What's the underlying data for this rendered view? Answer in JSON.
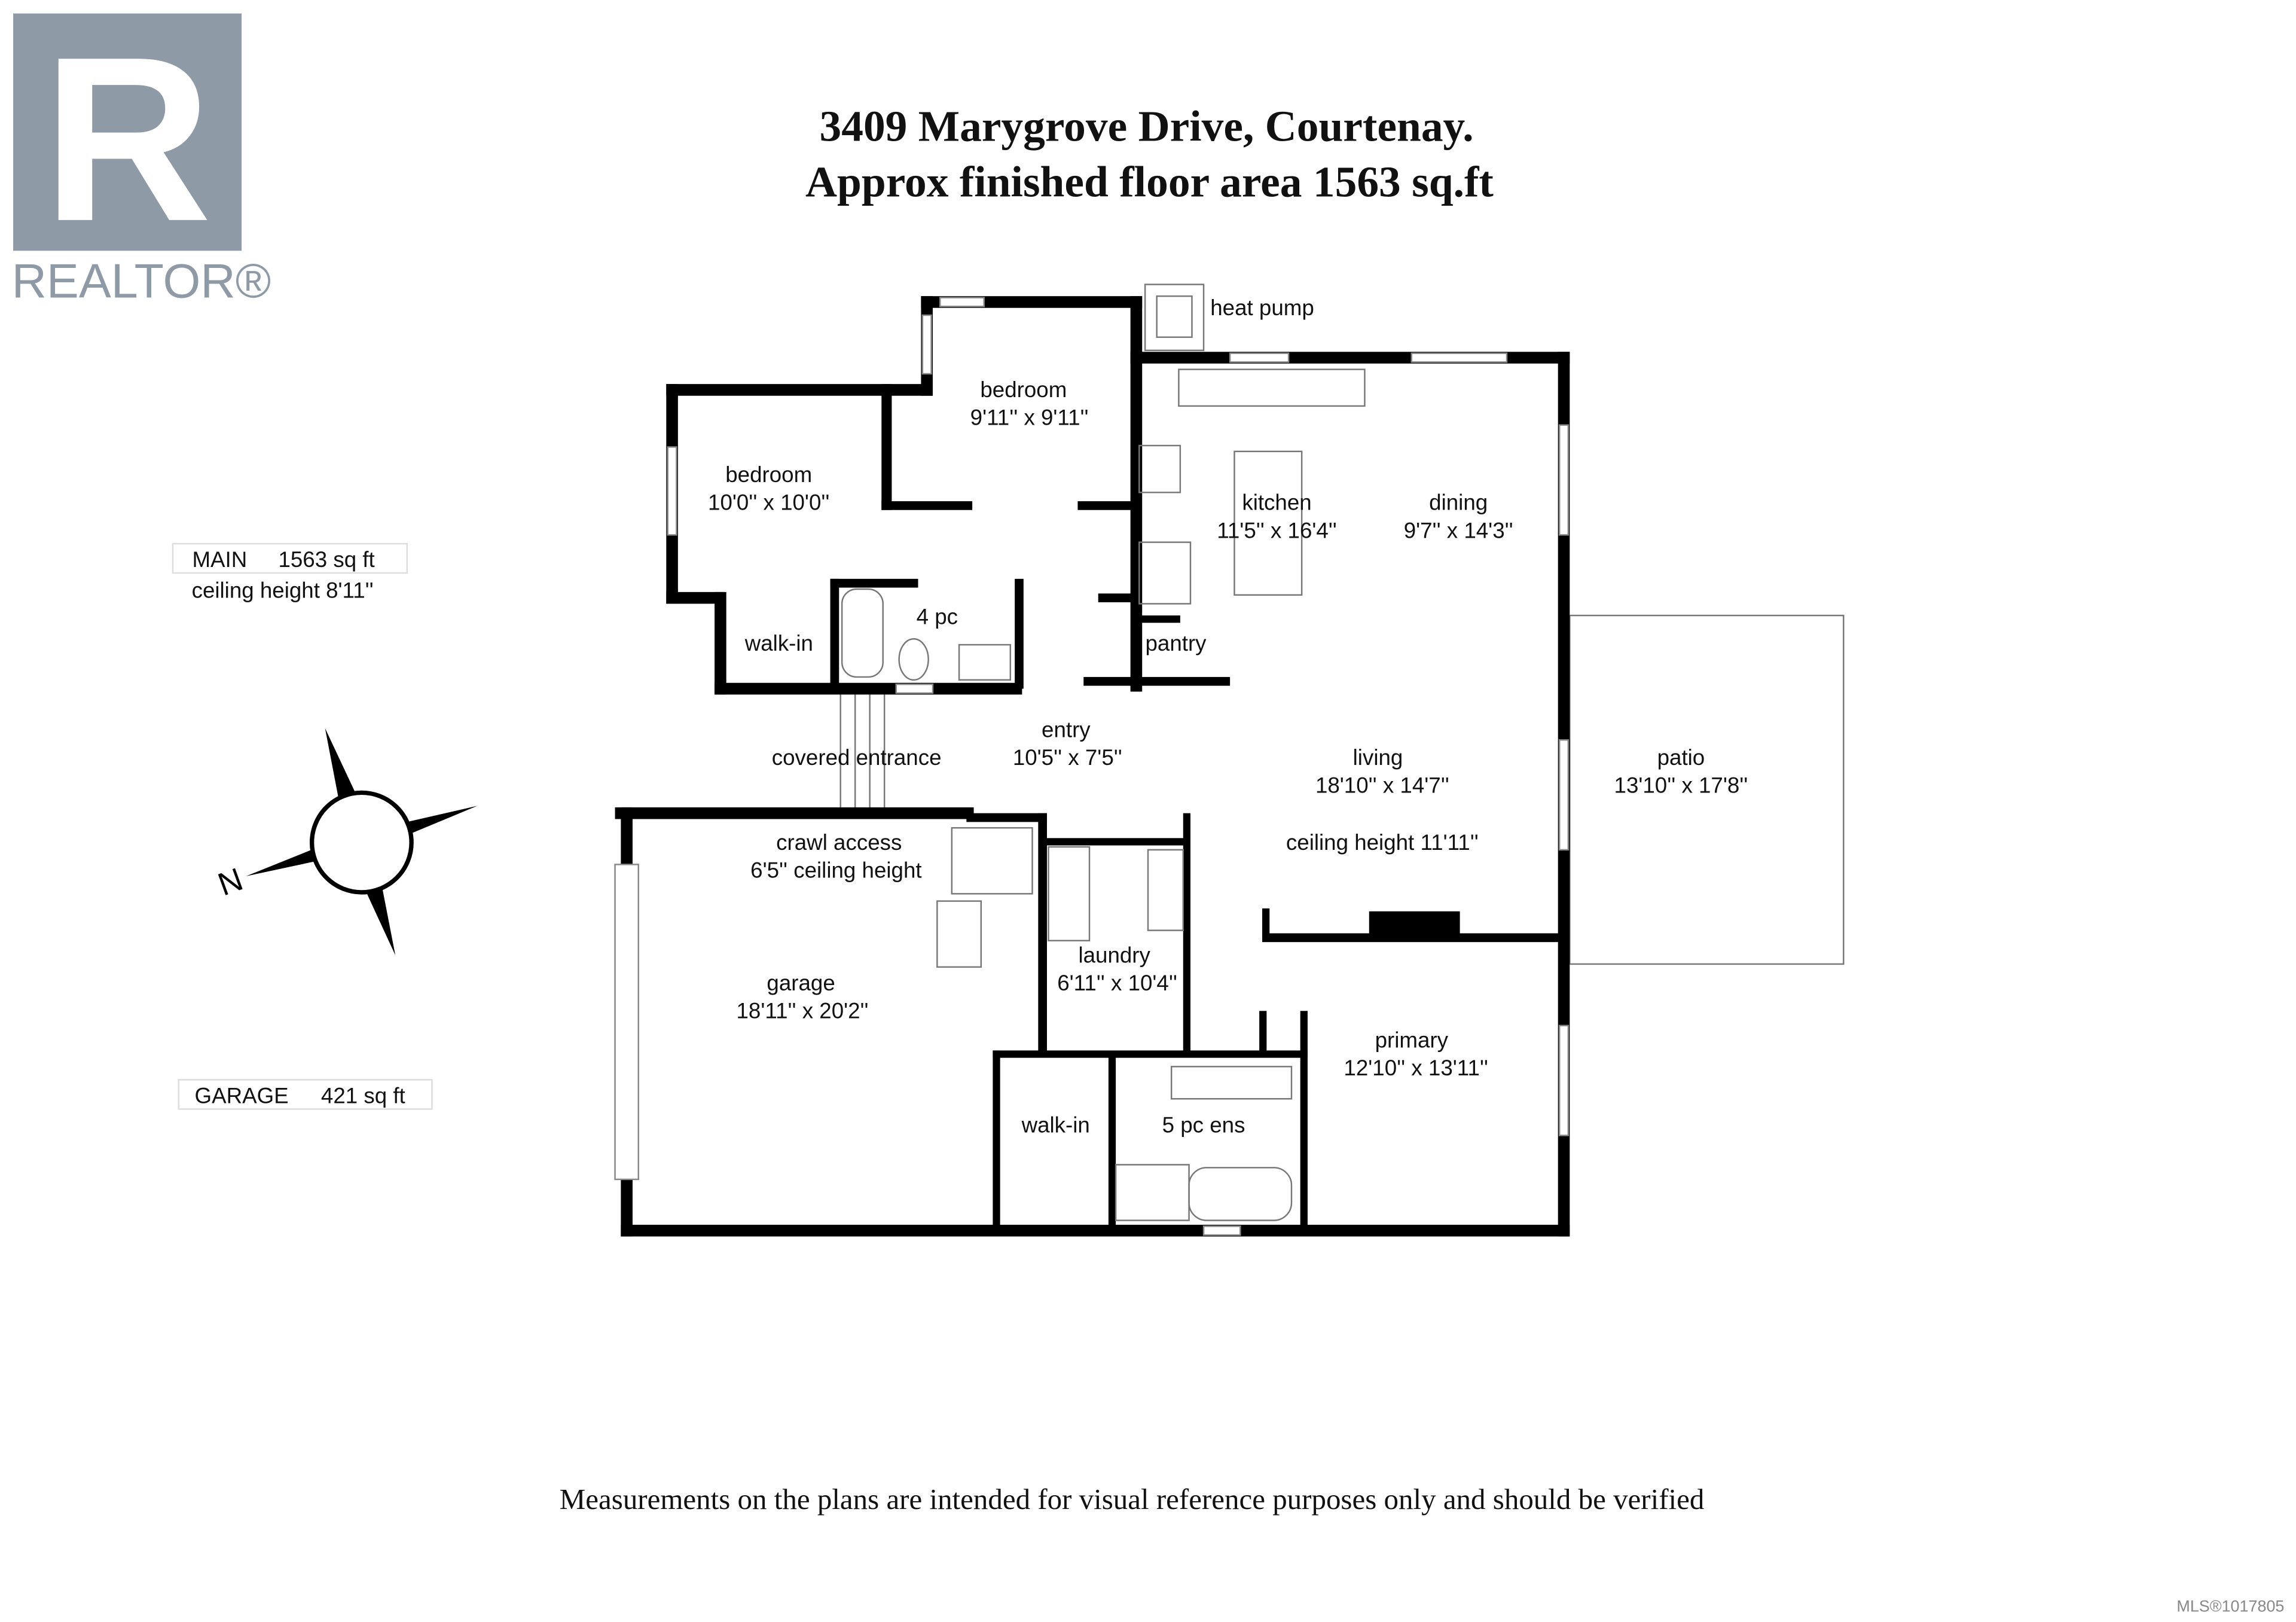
{
  "logo": {
    "text": "REALTOR®",
    "mark": "R"
  },
  "header": {
    "line1": "3409 Marygrove Drive, Courtenay.",
    "line2": "Approx finished floor area 1563 sq.ft"
  },
  "legend": {
    "main_label": "MAIN",
    "main_area": "1563 sq ft",
    "main_ceiling": "ceiling height 8'11''",
    "garage_label": "GARAGE",
    "garage_area": "421 sq ft"
  },
  "compass": {
    "north_label": "N"
  },
  "rooms": {
    "heat_pump": "heat pump",
    "bedroom2": {
      "name": "bedroom",
      "dims": "9'11'' x 9'11''"
    },
    "bedroom1": {
      "name": "bedroom",
      "dims": "10'0'' x 10'0''"
    },
    "kitchen": {
      "name": "kitchen",
      "dims": "11'5'' x 16'4''"
    },
    "dining": {
      "name": "dining",
      "dims": "9'7'' x 14'3''"
    },
    "bath4": "4 pc",
    "walkin1": "walk-in",
    "pantry": "pantry",
    "entry": {
      "name": "entry",
      "dims": "10'5'' x 7'5''"
    },
    "covered": "covered entrance",
    "living": {
      "name": "living",
      "dims": "18'10'' x 14'7''",
      "ceiling": "ceiling height 11'11''"
    },
    "patio": {
      "name": "patio",
      "dims": "13'10'' x 17'8''"
    },
    "crawl": {
      "name": "crawl access",
      "ceiling": "6'5'' ceiling height"
    },
    "garage": {
      "name": "garage",
      "dims": "18'11'' x 20'2''"
    },
    "laundry": {
      "name": "laundry",
      "dims": "6'11'' x 10'4''"
    },
    "primary": {
      "name": "primary",
      "dims": "12'10'' x 13'11''"
    },
    "walkin2": "walk-in",
    "ensuite": "5 pc ens"
  },
  "disclaimer": "Measurements on the plans are intended for visual reference purposes only and should be verified",
  "mls": "MLS®1017805"
}
